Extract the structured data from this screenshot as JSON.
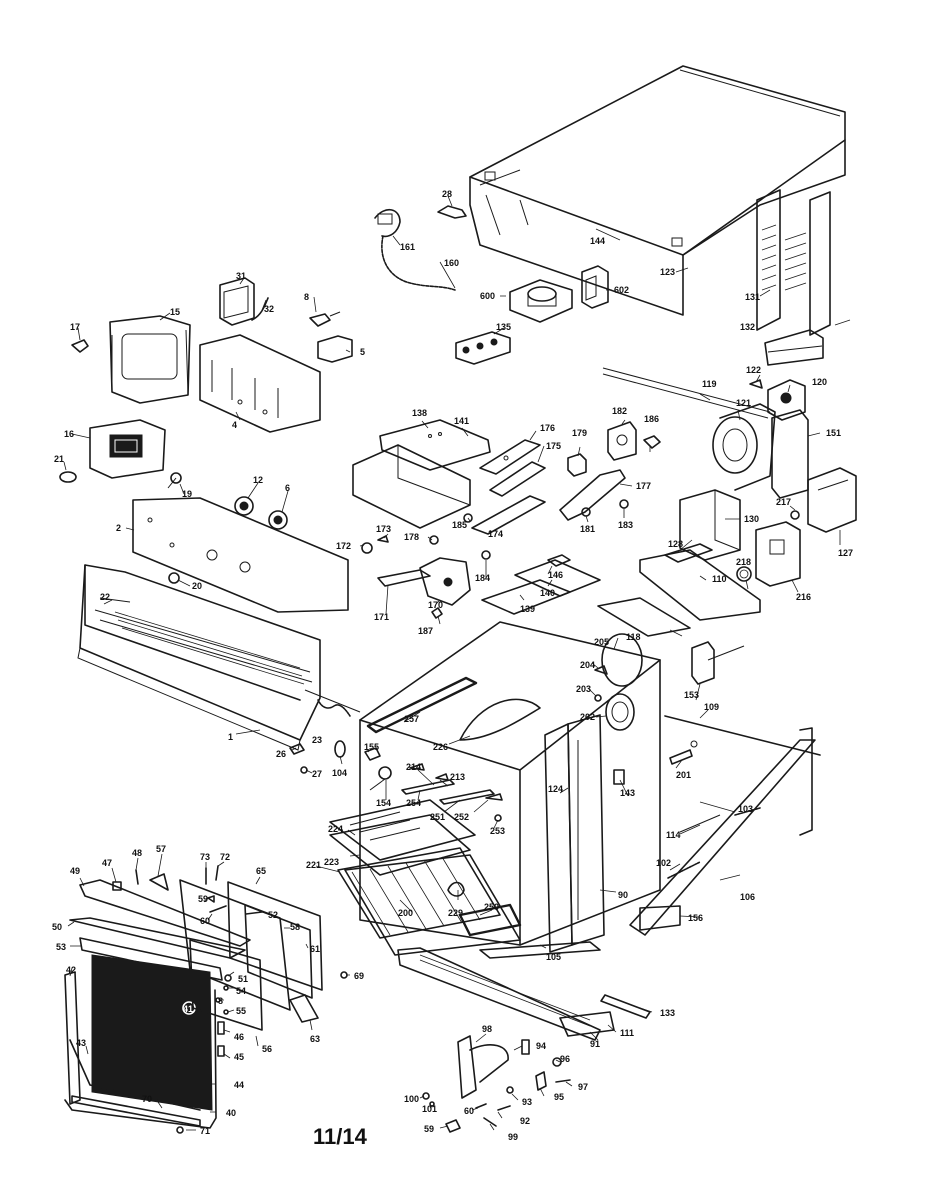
{
  "page_number": "11/14",
  "parts": [
    {
      "id": "top-cover",
      "label": "144"
    },
    {
      "id": "outer-wrap",
      "label": "123"
    },
    {
      "id": "rear-panel",
      "label": "131"
    },
    {
      "id": "bracket-132",
      "label": "132"
    },
    {
      "id": "clip-28",
      "label": "28"
    },
    {
      "id": "harness-161",
      "label": "161"
    },
    {
      "id": "cord-160",
      "label": "160"
    },
    {
      "id": "fan-600",
      "label": "600"
    },
    {
      "id": "switch-602",
      "label": "602"
    },
    {
      "id": "terminal-135",
      "label": "135"
    },
    {
      "id": "bracket-15",
      "label": "15"
    },
    {
      "id": "knob-17",
      "label": "17"
    },
    {
      "id": "motor-31",
      "label": "31"
    },
    {
      "id": "lead-32",
      "label": "32"
    },
    {
      "id": "bulb-8",
      "label": "8"
    },
    {
      "id": "relay-5",
      "label": "5"
    },
    {
      "id": "panel-4",
      "label": "4"
    },
    {
      "id": "clock-16",
      "label": "16"
    },
    {
      "id": "lamp-21",
      "label": "21"
    },
    {
      "id": "screw-19",
      "label": "19"
    },
    {
      "id": "knob-12",
      "label": "12"
    },
    {
      "id": "knob-6",
      "label": "6"
    },
    {
      "id": "control-panel-2",
      "label": "2"
    },
    {
      "id": "grommet-20",
      "label": "20"
    },
    {
      "id": "trim-22",
      "label": "22"
    },
    {
      "id": "backguard-1",
      "label": "1"
    },
    {
      "id": "spring-23",
      "label": "23"
    },
    {
      "id": "clip-26",
      "label": "26"
    },
    {
      "id": "screw-27",
      "label": "27"
    },
    {
      "id": "lamp-104",
      "label": "104"
    },
    {
      "id": "housing-138",
      "label": "138"
    },
    {
      "id": "shield-141",
      "label": "141"
    },
    {
      "id": "nut-172",
      "label": "172"
    },
    {
      "id": "clip-173",
      "label": "173"
    },
    {
      "id": "screw-178",
      "label": "178"
    },
    {
      "id": "latch-170",
      "label": "170"
    },
    {
      "id": "arm-171",
      "label": "171"
    },
    {
      "id": "screw-187",
      "label": "187"
    },
    {
      "id": "bracket-176",
      "label": "176"
    },
    {
      "id": "bracket-175",
      "label": "175"
    },
    {
      "id": "rail-174",
      "label": "174"
    },
    {
      "id": "nut-185",
      "label": "185"
    },
    {
      "id": "screw-184",
      "label": "184"
    },
    {
      "id": "plate-139",
      "label": "139"
    },
    {
      "id": "plate-140",
      "label": "140"
    },
    {
      "id": "switch-146",
      "label": "146"
    },
    {
      "id": "block-179",
      "label": "179"
    },
    {
      "id": "motor-182",
      "label": "182"
    },
    {
      "id": "cap-186",
      "label": "186"
    },
    {
      "id": "link-177",
      "label": "177"
    },
    {
      "id": "screw-181",
      "label": "181"
    },
    {
      "id": "screw-183",
      "label": "183"
    },
    {
      "id": "wire-119",
      "label": "119"
    },
    {
      "id": "fan-121",
      "label": "121"
    },
    {
      "id": "clip-122",
      "label": "122"
    },
    {
      "id": "motor-120",
      "label": "120"
    },
    {
      "id": "panel-151",
      "label": "151"
    },
    {
      "id": "box-130",
      "label": "130"
    },
    {
      "id": "bracket-128",
      "label": "128"
    },
    {
      "id": "top-110",
      "label": "110"
    },
    {
      "id": "screw-217",
      "label": "217"
    },
    {
      "id": "knob-218",
      "label": "218"
    },
    {
      "id": "box-216",
      "label": "216"
    },
    {
      "id": "bracket-127",
      "label": "127"
    },
    {
      "id": "rail-118",
      "label": "118"
    },
    {
      "id": "gasket-205",
      "label": "205"
    },
    {
      "id": "clip-204",
      "label": "204"
    },
    {
      "id": "screw-203",
      "label": "203"
    },
    {
      "id": "light-202",
      "label": "202"
    },
    {
      "id": "thermostat-153",
      "label": "153"
    },
    {
      "id": "rod-109",
      "label": "109"
    },
    {
      "id": "clip-201",
      "label": "201"
    },
    {
      "id": "element-257",
      "label": "257"
    },
    {
      "id": "oven-226",
      "label": "226"
    },
    {
      "id": "socket-155",
      "label": "155"
    },
    {
      "id": "sensor-154",
      "label": "154"
    },
    {
      "id": "clip-214",
      "label": "214"
    },
    {
      "id": "clip-213",
      "label": "213"
    },
    {
      "id": "strip-254",
      "label": "254"
    },
    {
      "id": "strip-251",
      "label": "251"
    },
    {
      "id": "clip-252",
      "label": "252"
    },
    {
      "id": "screw-253",
      "label": "253"
    },
    {
      "id": "trim-124",
      "label": "124"
    },
    {
      "id": "switch-143",
      "label": "143"
    },
    {
      "id": "spring-103",
      "label": "103"
    },
    {
      "id": "wire-114",
      "label": "114"
    },
    {
      "id": "spring-102",
      "label": "102"
    },
    {
      "id": "frame-106",
      "label": "106"
    },
    {
      "id": "bracket-156",
      "label": "156"
    },
    {
      "id": "broil-224",
      "label": "224"
    },
    {
      "id": "pan-223",
      "label": "223"
    },
    {
      "id": "rack-221",
      "label": "221"
    },
    {
      "id": "element-250",
      "label": "250"
    },
    {
      "id": "grill-229",
      "label": "229"
    },
    {
      "id": "liner-200",
      "label": "200"
    },
    {
      "id": "front-90",
      "label": "90"
    },
    {
      "id": "rail-105",
      "label": "105"
    },
    {
      "id": "rail-111",
      "label": "111"
    },
    {
      "id": "kick-91",
      "label": "91"
    },
    {
      "id": "rod-133",
      "label": "133"
    },
    {
      "id": "hinge-98",
      "label": "98"
    },
    {
      "id": "pin-94",
      "label": "94"
    },
    {
      "id": "nut-96",
      "label": "96"
    },
    {
      "id": "screw-97",
      "label": "97"
    },
    {
      "id": "clip-95",
      "label": "95"
    },
    {
      "id": "screw-93",
      "label": "93"
    },
    {
      "id": "washer-100",
      "label": "100"
    },
    {
      "id": "screw-101",
      "label": "101"
    },
    {
      "id": "bolt-60b",
      "label": "60"
    },
    {
      "id": "screw-92",
      "label": "92"
    },
    {
      "id": "nut-59b",
      "label": "59"
    },
    {
      "id": "pin-99",
      "label": "99"
    },
    {
      "id": "door-trim-49",
      "label": "49"
    },
    {
      "id": "clip-47",
      "label": "47"
    },
    {
      "id": "screw-48",
      "label": "48"
    },
    {
      "id": "bracket-57",
      "label": "57"
    },
    {
      "id": "screw-73",
      "label": "73"
    },
    {
      "id": "screw-72",
      "label": "72"
    },
    {
      "id": "panel-65",
      "label": "65"
    },
    {
      "id": "nut-59",
      "label": "59"
    },
    {
      "id": "bolt-60",
      "label": "60"
    },
    {
      "id": "screw-52",
      "label": "52"
    },
    {
      "id": "panel-58",
      "label": "58"
    },
    {
      "id": "panel-61",
      "label": "61"
    },
    {
      "id": "channel-50",
      "label": "50"
    },
    {
      "id": "channel-53",
      "label": "53"
    },
    {
      "id": "screw-51",
      "label": "51"
    },
    {
      "id": "screw-54",
      "label": "54"
    },
    {
      "id": "bolt-8b",
      "label": "8"
    },
    {
      "id": "screw-55",
      "label": "55"
    },
    {
      "id": "screw-69",
      "label": "69"
    },
    {
      "id": "hinge-63",
      "label": "63"
    },
    {
      "id": "frame-42",
      "label": "42"
    },
    {
      "id": "glass-41",
      "label": "41"
    },
    {
      "id": "clip-46",
      "label": "46"
    },
    {
      "id": "clip-45",
      "label": "45"
    },
    {
      "id": "panel-56",
      "label": "56"
    },
    {
      "id": "frame-43",
      "label": "43"
    },
    {
      "id": "glass-44",
      "label": "44"
    },
    {
      "id": "trim-70",
      "label": "70"
    },
    {
      "id": "frame-40",
      "label": "40"
    },
    {
      "id": "screw-71",
      "label": "71"
    }
  ]
}
